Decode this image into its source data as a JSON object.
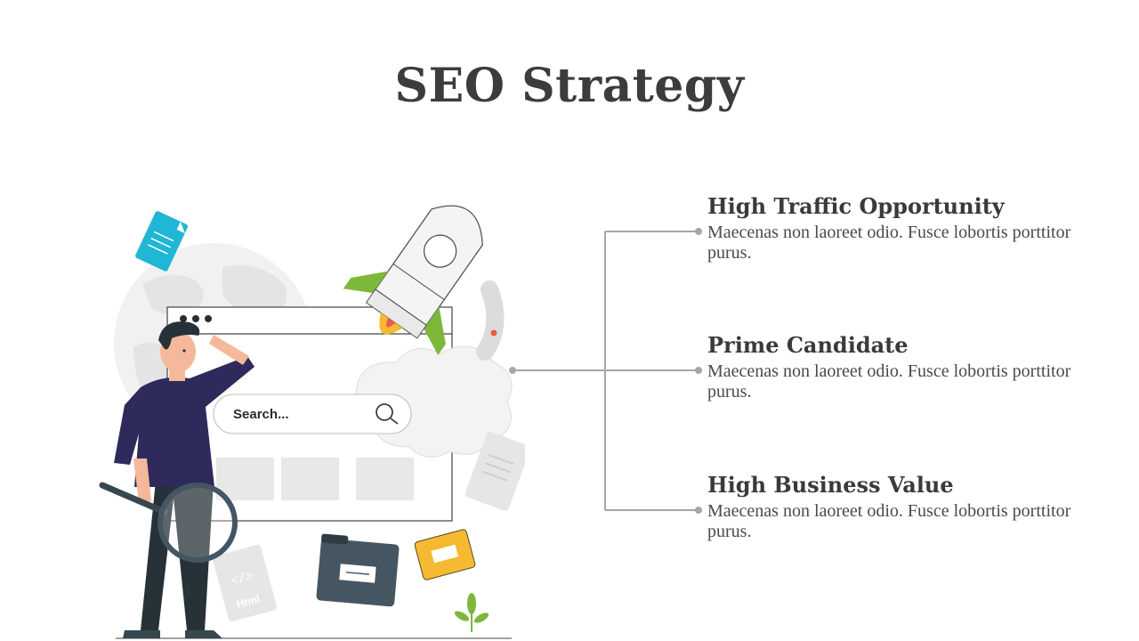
{
  "slide": {
    "title": "SEO Strategy"
  },
  "illustration": {
    "search_placeholder": "Search...",
    "html_file_label": "Html",
    "code_symbol": "</>"
  },
  "items": [
    {
      "title": "High Traffic Opportunity",
      "description": "Maecenas non laoreet odio. Fusce lobortis porttitor purus."
    },
    {
      "title": "Prime Candidate",
      "description": "Maecenas non laoreet odio. Fusce lobortis porttitor purus."
    },
    {
      "title": "High Business Value",
      "description": "Maecenas non laoreet odio. Fusce lobortis porttitor purus."
    }
  ],
  "colors": {
    "accent_green": "#7cb83a",
    "accent_blue": "#20b6d6",
    "accent_yellow": "#f6b932",
    "shirt": "#2e2a5c",
    "connector": "#a6a6a6"
  }
}
